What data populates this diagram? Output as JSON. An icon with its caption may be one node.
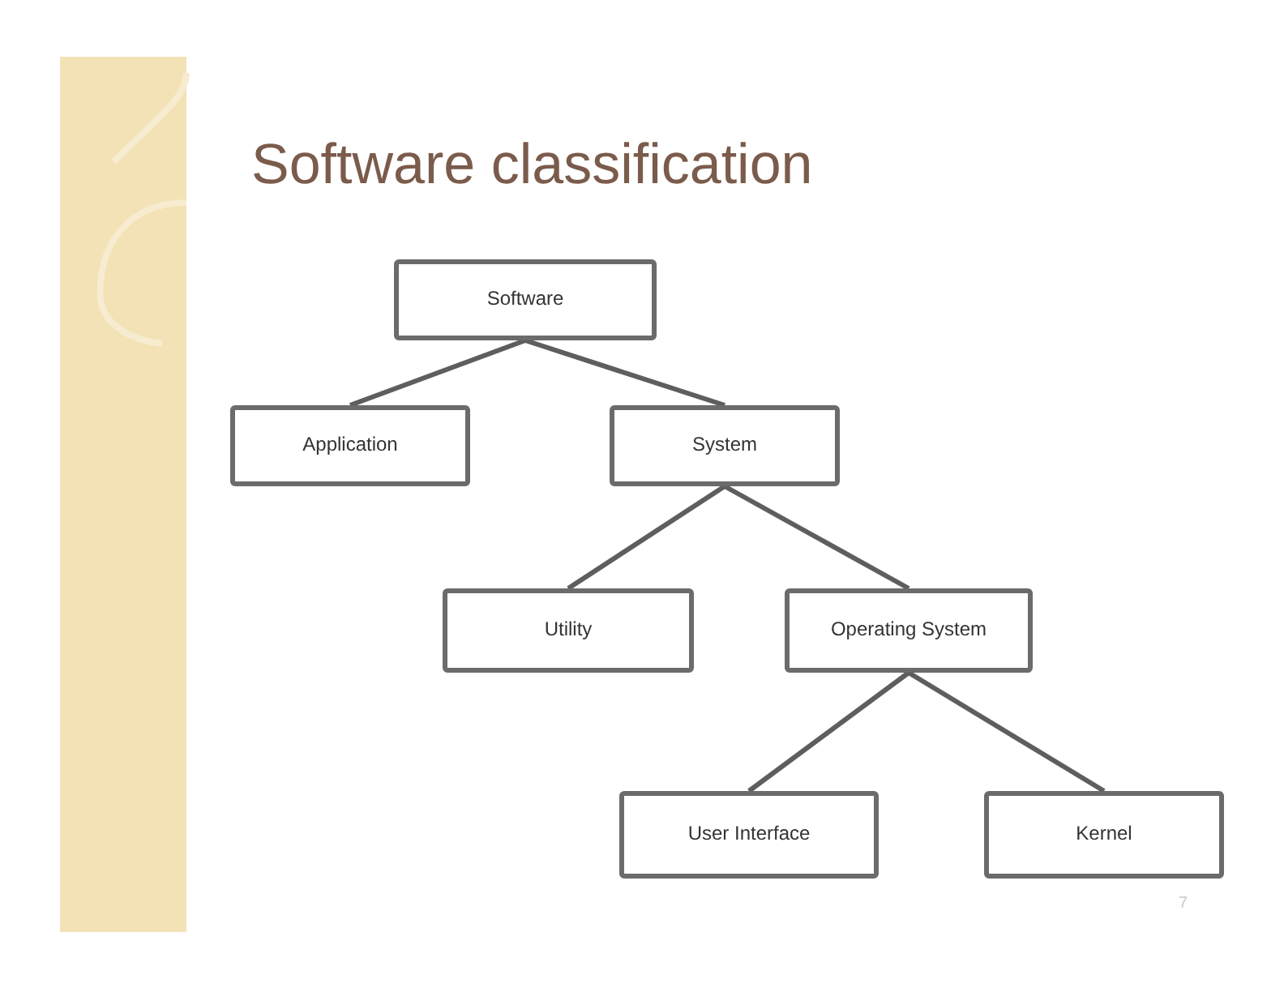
{
  "diagram": {
    "title": "Software classification",
    "nodes": [
      {
        "text": [
          "Software"
        ]
      },
      {
        "text": [
          "Application"
        ]
      },
      {
        "text": [
          "System"
        ]
      },
      {
        "text": [
          "Utility"
        ]
      },
      {
        "text": [
          "Operating System"
        ]
      },
      {
        "text": [
          "User Interface"
        ]
      },
      {
        "text": [
          "Kernel"
        ]
      }
    ],
    "edges": [
      {
        "from": 0,
        "to": 1,
        "arrow": "none"
      },
      {
        "from": 0,
        "to": 2,
        "arrow": "none"
      },
      {
        "from": 2,
        "to": 3,
        "arrow": "none"
      },
      {
        "from": 2,
        "to": 4,
        "arrow": "none"
      },
      {
        "from": 4,
        "to": 5,
        "arrow": "none"
      },
      {
        "from": 4,
        "to": 6,
        "arrow": "none"
      }
    ],
    "labels": [
      "7"
    ]
  }
}
